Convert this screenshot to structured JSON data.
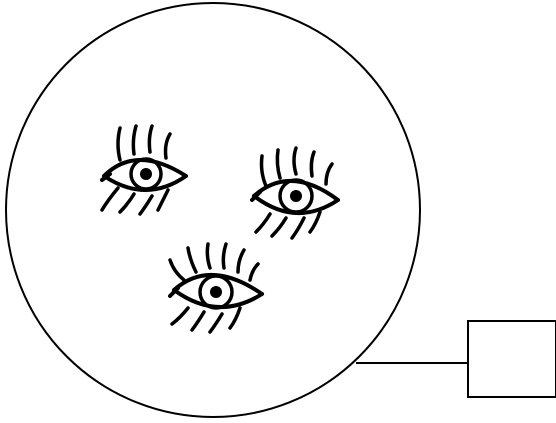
{
  "diagram": {
    "stroke_color": "#000000",
    "background_color": "#ffffff",
    "circle": {
      "contents": [
        {
          "name": "eye-1",
          "icon": "eye-icon"
        },
        {
          "name": "eye-2",
          "icon": "eye-icon"
        },
        {
          "name": "eye-3",
          "icon": "eye-icon"
        }
      ]
    },
    "connector": {
      "from": "circle",
      "to": "box"
    },
    "box": {
      "label": ""
    }
  }
}
